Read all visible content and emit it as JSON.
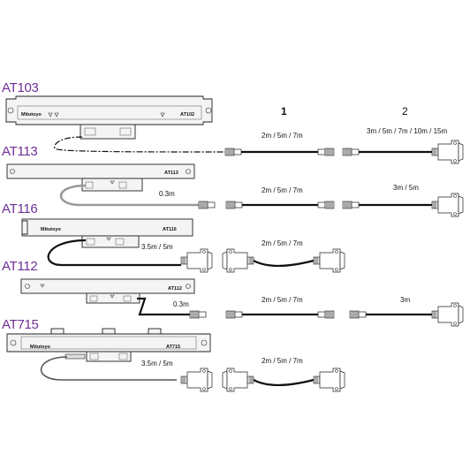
{
  "columns": {
    "col1": "1",
    "col2": "2"
  },
  "models": {
    "at103": {
      "label": "AT103",
      "scale_tag": "AT102",
      "brand": "Mitutoyo"
    },
    "at113": {
      "label": "AT113",
      "scale_tag": "AT113"
    },
    "at116": {
      "label": "AT116",
      "scale_tag": "AT116",
      "brand": "Mitutoyo"
    },
    "at112": {
      "label": "AT112",
      "scale_tag": "AT112"
    },
    "at715": {
      "label": "AT715",
      "scale_tag": "AT715",
      "brand": "Mitutoyo"
    }
  },
  "cable_lengths": {
    "row1_ext1": "2m / 5m / 7m",
    "row1_ext2": "3m / 5m / 7m / 10m / 15m",
    "row2_fixed": "0.3m",
    "row2_ext1": "2m / 5m / 7m",
    "row2_ext2": "3m / 5m",
    "row3_fixed": "3.5m / 5m",
    "row3_ext1": "2m / 5m / 7m",
    "row4_fixed": "0.3m",
    "row4_ext1": "2m / 5m / 7m",
    "row4_ext2": "3m",
    "row5_fixed": "3.5m / 5m",
    "row5_ext1": "2m / 5m / 7m"
  },
  "colors": {
    "model_label": "#6f2f96",
    "cable": "#111111"
  }
}
